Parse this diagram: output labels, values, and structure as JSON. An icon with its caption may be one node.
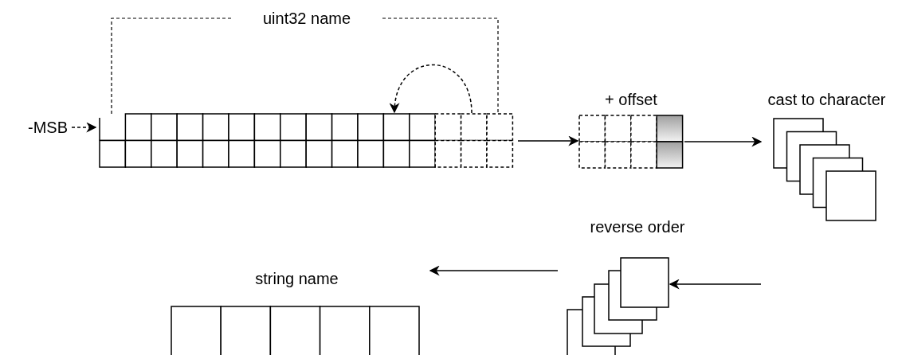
{
  "diagram": {
    "nodes": [
      {
        "text": [
          "-MSB"
        ]
      },
      {
        "text": [
          "uint32 name"
        ]
      },
      {
        "text": [
          "+ offset"
        ]
      },
      {
        "text": [
          "cast to character"
        ]
      },
      {
        "text": [
          "reverse order"
        ]
      },
      {
        "text": [
          "string name"
        ]
      }
    ],
    "edges": [
      {
        "from": 0,
        "to": 1,
        "arrow": "to",
        "style": "dashed"
      },
      {
        "from": 1,
        "to": 1,
        "arrow": "to",
        "style": "dashed"
      },
      {
        "from": 1,
        "to": 2,
        "arrow": "to"
      },
      {
        "from": 2,
        "to": 3,
        "arrow": "to"
      },
      {
        "from": null,
        "to": 4,
        "arrow": "to"
      },
      {
        "from": 4,
        "to": 5,
        "arrow": "to"
      }
    ]
  }
}
